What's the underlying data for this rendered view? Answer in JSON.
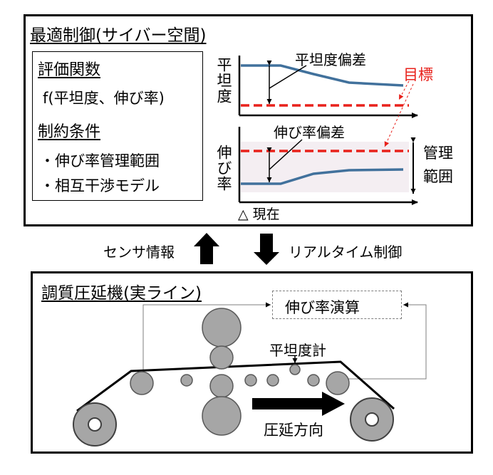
{
  "top_panel": {
    "title": "最適制御(サイバー空間)",
    "eval_box": {
      "heading": "評価関数",
      "function": "f(平坦度、伸び率)",
      "constraint_heading": "制約条件",
      "constraints": [
        "・伸び率管理範囲",
        "・相互干渉モデル"
      ]
    },
    "graph_top": {
      "ylabel": "平坦度",
      "deviation_label": "平坦度偏差",
      "target_label": "目標"
    },
    "graph_bottom": {
      "ylabel": "伸び率",
      "deviation_label": "伸び率偏差",
      "range_label_1": "管理",
      "range_label_2": "範囲"
    },
    "now_label": "△ 現在"
  },
  "arrows": {
    "up_label": "センサ情報",
    "down_label": "リアルタイム制御"
  },
  "bottom_panel": {
    "title": "調質圧延機(実ライン)",
    "calc_box": "伸び率演算",
    "flatness_meter": "平坦度計",
    "direction_label": "圧延方向"
  },
  "colors": {
    "target_line": "#e8211b",
    "actual_curve": "#41719c",
    "range_band": "#f4eef2",
    "roll_fill": "#a6a6a6",
    "roll_stroke": "#595959"
  }
}
